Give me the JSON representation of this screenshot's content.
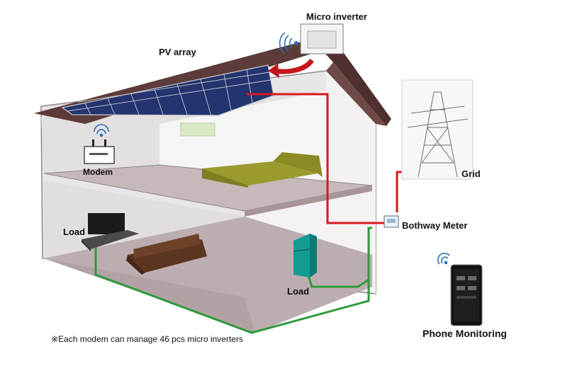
{
  "labels": {
    "pv_array": "PV array",
    "micro_inverter": "Micro inverter",
    "modem": "Modem",
    "grid": "Grid",
    "bothway_meter": "Bothway Meter",
    "load_living_room": "Load",
    "load_fridge": "Load",
    "phone_monitoring": "Phone Monitoring"
  },
  "footnote": "※Each modem can manage 46 pcs micro inverters",
  "colors": {
    "roof": "#5c3b39",
    "wall_shade": "#e6e2e3",
    "floor": "#b9a9ab",
    "panel": "#24356f",
    "ac_line": "#d71920",
    "load_line": "#2e9a3a",
    "sofa": "#5b3520",
    "bed": "#9a9a2e",
    "fridge": "#139a93"
  },
  "icons": [
    "wifi-icon",
    "solar-panel-icon",
    "micro-inverter-icon",
    "modem-icon",
    "transmission-tower-icon",
    "meter-icon",
    "tv-icon",
    "sofa-icon",
    "bed-icon",
    "fridge-icon",
    "phone-icon"
  ]
}
